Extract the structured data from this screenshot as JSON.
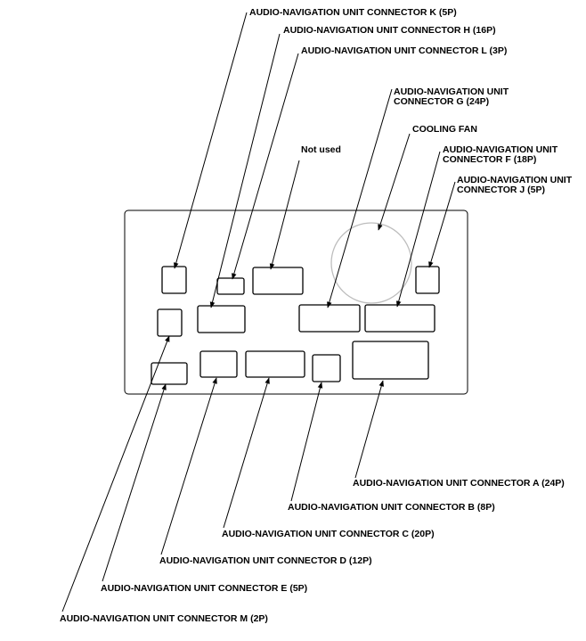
{
  "labels": {
    "k": "AUDIO-NAVIGATION UNIT CONNECTOR K (5P)",
    "h": "AUDIO-NAVIGATION UNIT CONNECTOR H (16P)",
    "l": "AUDIO-NAVIGATION UNIT CONNECTOR L (3P)",
    "g_line1": "AUDIO-NAVIGATION UNIT",
    "g_line2": "CONNECTOR G (24P)",
    "cooling_fan": "COOLING FAN",
    "not_used": "Not used",
    "f_line1": "AUDIO-NAVIGATION UNIT",
    "f_line2": "CONNECTOR F (18P)",
    "j_line1": "AUDIO-NAVIGATION UNIT",
    "j_line2": "CONNECTOR J (5P)",
    "a": "AUDIO-NAVIGATION UNIT CONNECTOR A (24P)",
    "b": "AUDIO-NAVIGATION UNIT CONNECTOR B (8P)",
    "c": "AUDIO-NAVIGATION UNIT CONNECTOR C (20P)",
    "d": "AUDIO-NAVIGATION UNIT CONNECTOR D (12P)",
    "e": "AUDIO-NAVIGATION UNIT CONNECTOR E (5P)",
    "m": "AUDIO-NAVIGATION UNIT CONNECTOR M (2P)"
  },
  "colors": {
    "line": "#000000",
    "fan_outline": "#bdbdbd",
    "background": "#ffffff"
  }
}
